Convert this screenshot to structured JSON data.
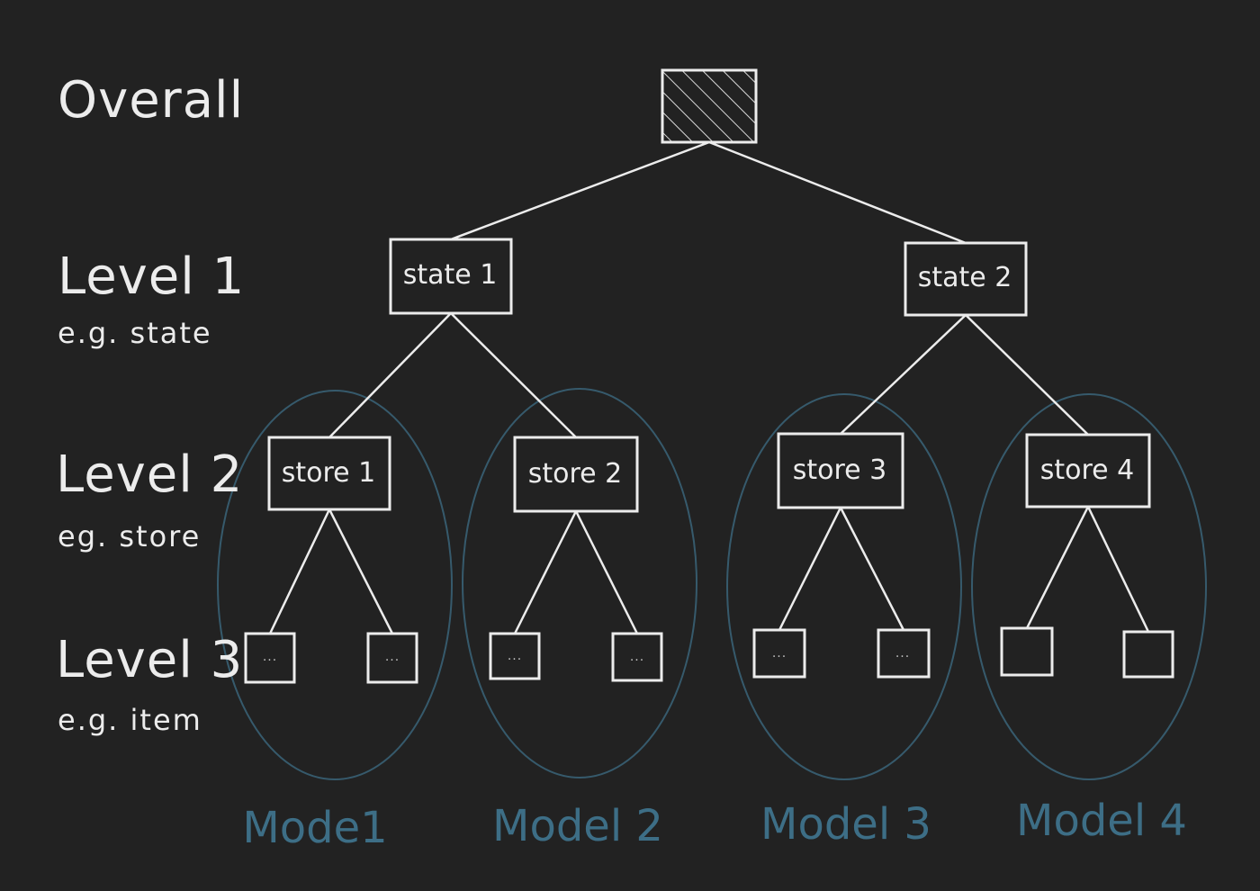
{
  "levels": [
    {
      "title": "Overall",
      "subtitle": ""
    },
    {
      "title": "Level 1",
      "subtitle": "e.g. state"
    },
    {
      "title": "Level 2",
      "subtitle": "eg. store"
    },
    {
      "title": "Level 3",
      "subtitle": "e.g. item"
    }
  ],
  "root": {
    "label": "",
    "hatched": true
  },
  "states": [
    {
      "label": "state 1"
    },
    {
      "label": "state 2"
    }
  ],
  "stores": [
    {
      "label": "store 1",
      "parent": 0
    },
    {
      "label": "store 2",
      "parent": 0
    },
    {
      "label": "store 3",
      "parent": 1
    },
    {
      "label": "store 4",
      "parent": 1
    }
  ],
  "items": [
    {
      "label": "...",
      "parent": 0
    },
    {
      "label": "...",
      "parent": 0
    },
    {
      "label": "...",
      "parent": 1
    },
    {
      "label": "...",
      "parent": 1
    },
    {
      "label": "...",
      "parent": 2
    },
    {
      "label": "...",
      "parent": 2
    },
    {
      "label": "",
      "parent": 3
    },
    {
      "label": "",
      "parent": 3
    }
  ],
  "models": [
    {
      "label": "Mode1"
    },
    {
      "label": "Model 2"
    },
    {
      "label": "Model 3"
    },
    {
      "label": "Model 4"
    }
  ],
  "colors": {
    "background": "#222222",
    "chalk": "#ececec",
    "model_group": "#3d6e86"
  }
}
